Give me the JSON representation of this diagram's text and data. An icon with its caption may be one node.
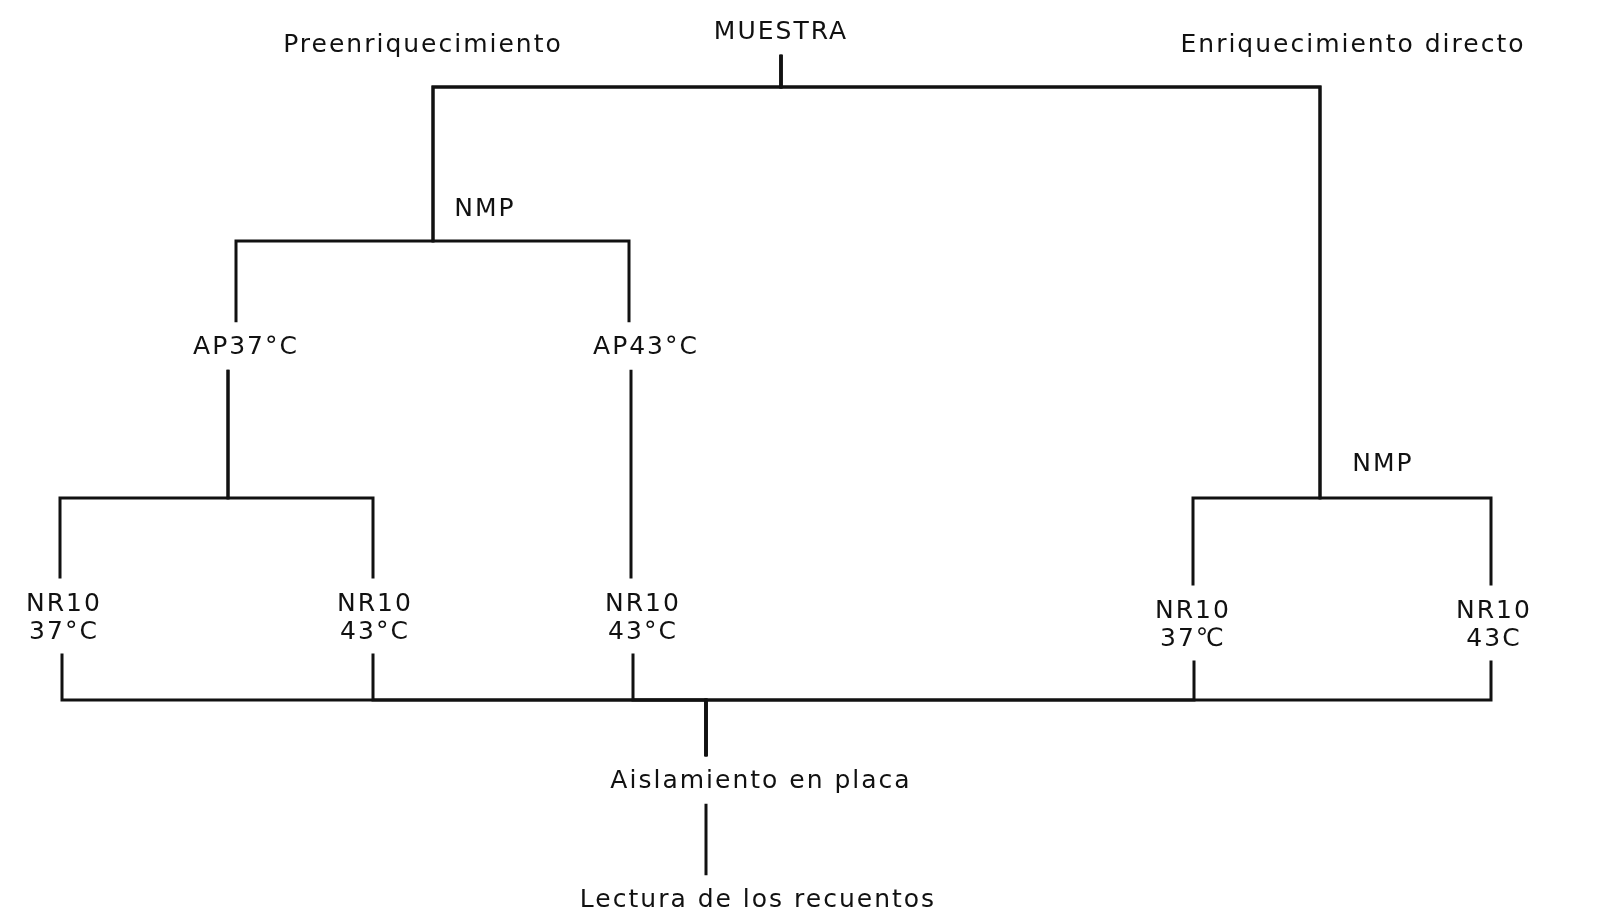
{
  "diagram": {
    "nodes": [
      {
        "text": [
          "MUESTRA"
        ]
      },
      {
        "text": [
          "AP37°C"
        ]
      },
      {
        "text": [
          "AP43°C"
        ]
      },
      {
        "text": [
          "NR10 37°C"
        ]
      },
      {
        "text": [
          "NR10 43°C"
        ]
      },
      {
        "text": [
          "NR10 43°C"
        ]
      },
      {
        "text": [
          "NR10 37℃"
        ]
      },
      {
        "text": [
          "NR10 43C"
        ]
      },
      {
        "text": [
          "Aislamiento en placa"
        ]
      },
      {
        "text": [
          "Lectura de los recuentos"
        ]
      }
    ],
    "edges": [
      {
        "from": 0,
        "to": 1,
        "arrow": "none"
      },
      {
        "from": 0,
        "to": 2,
        "arrow": "none"
      },
      {
        "from": 0,
        "to": 6,
        "arrow": "none"
      },
      {
        "from": 0,
        "to": 7,
        "arrow": "none"
      },
      {
        "from": 1,
        "to": 3,
        "arrow": "none"
      },
      {
        "from": 1,
        "to": 4,
        "arrow": "none"
      },
      {
        "from": 2,
        "to": 5,
        "arrow": "none"
      },
      {
        "from": 3,
        "to": 8,
        "arrow": "none"
      },
      {
        "from": 4,
        "to": 8,
        "arrow": "none"
      },
      {
        "from": 5,
        "to": 8,
        "arrow": "none"
      },
      {
        "from": 6,
        "to": 8,
        "arrow": "none"
      },
      {
        "from": 7,
        "to": 8,
        "arrow": "none"
      },
      {
        "from": 8,
        "to": 9,
        "arrow": "none"
      }
    ],
    "labels": [
      "Preenriquecimiento",
      "Enriquecimiento directo",
      "NMP",
      "NMP"
    ]
  }
}
